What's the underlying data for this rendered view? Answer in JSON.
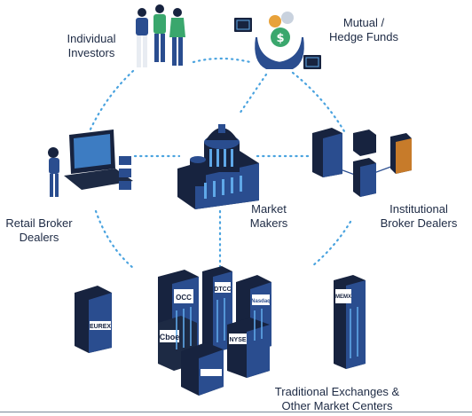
{
  "nodes": {
    "individual_investors": {
      "line1": "Individual",
      "line2": "Investors"
    },
    "mutual_hedge_funds": {
      "line1": "Mutual /",
      "line2": "Hedge Funds"
    },
    "retail_broker_dealers": {
      "line1": "Retail Broker",
      "line2": "Dealers"
    },
    "market_makers": {
      "line1": "Market",
      "line2": "Makers"
    },
    "institutional_broker_dealers": {
      "line1": "Institutional",
      "line2": "Broker Dealers"
    },
    "traditional_exchanges": {
      "line1": "Traditional Exchanges &",
      "line2": "Other Market Centers"
    }
  },
  "building_logos": {
    "eurex": "EUREX",
    "occ": "OCC",
    "dtcc": "DTCC",
    "cboe": "Cboe",
    "nasdaq": "Nasdaq",
    "nyse": "NYSE",
    "memx": "MEMX"
  },
  "colors": {
    "navy": "#17233f",
    "blue": "#2a4d8f",
    "glow": "#5fa8e8",
    "dot": "#4aa3df",
    "green": "#3aa76d",
    "text": "#1d2a44"
  }
}
